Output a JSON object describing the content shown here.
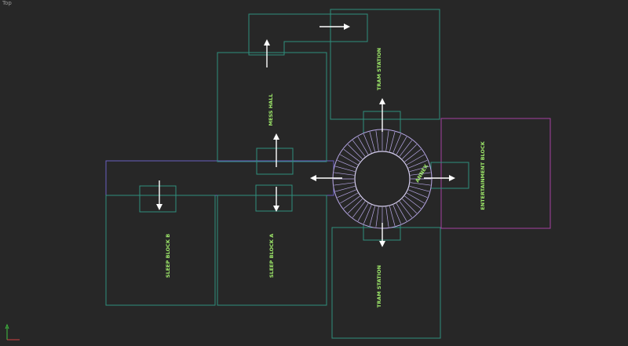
{
  "viewport": {
    "label": "Top"
  },
  "rooms": {
    "tram_station_north": "TRAM STATION",
    "mess_hall": "MESS HALL",
    "annex": "ANNEX",
    "entertainment_block": "ENTERTAINMENT BLOCK",
    "sleep_block_b": "SLEEP BLOCK B",
    "sleep_block_a": "SLEEP BLOCK A",
    "tram_station_south": "TRAM STATION"
  },
  "colors": {
    "background": "#272727",
    "room_outline": "#2f8f7c",
    "corridor_outline": "#6a5fbf",
    "entertainment_outline": "#a640a0",
    "hub_spokes": "#b9a9e8",
    "label": "#9ee86a",
    "arrow": "#ffffff",
    "axis_x": "#d04040",
    "axis_y": "#40c040"
  }
}
